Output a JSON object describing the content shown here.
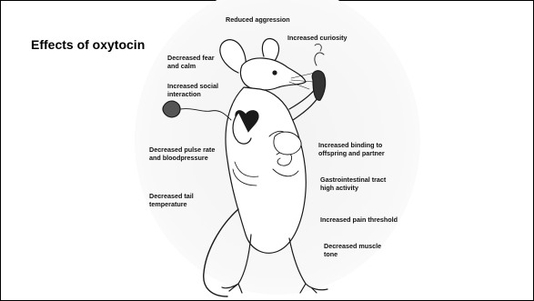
{
  "title": "Effects of oxytocin",
  "labels": {
    "reduced_aggression": "Reduced aggression",
    "increased_curiosity": "Increased curiosity",
    "decreased_fear": [
      "Decreased fear",
      "and calm"
    ],
    "increased_social": [
      "Increased social",
      "interaction"
    ],
    "decreased_pulse": [
      "Decreased pulse rate",
      "and bloodpressure"
    ],
    "decreased_tail": [
      "Decreased tail",
      "temperature"
    ],
    "increased_binding": [
      "Increased binding to",
      "offspring and partner"
    ],
    "gastro": [
      "Gastrointestinal tract",
      "high activity"
    ],
    "pain": "Increased pain threshold",
    "muscle": [
      "Decreased muscle",
      "tone"
    ]
  },
  "colors": {
    "ink": "#1a1a1a",
    "background": "#ffffff",
    "halo": "#f3f3f3"
  }
}
